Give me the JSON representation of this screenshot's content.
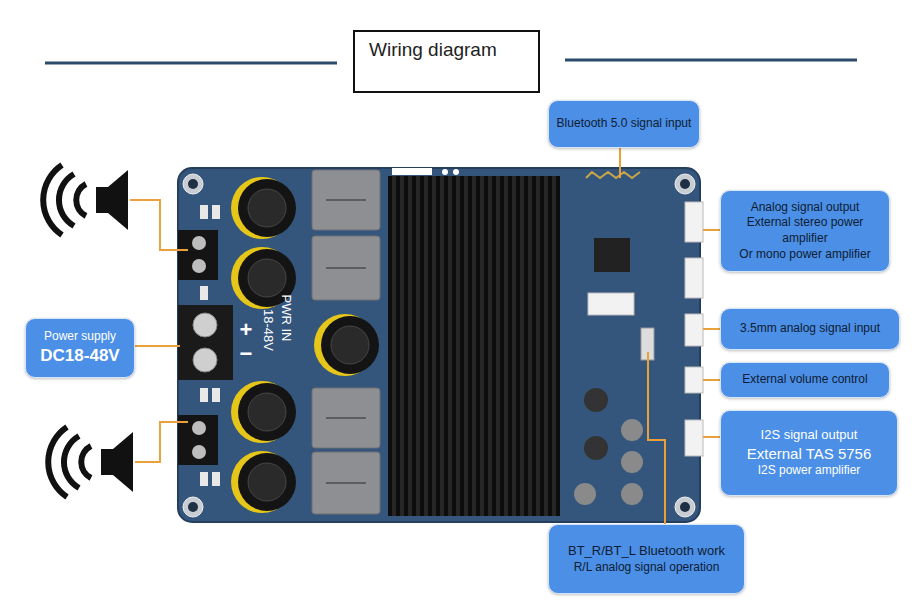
{
  "diagram": {
    "title": "Wiring diagram",
    "nodes": [
      {
        "text": [
          "Bluetooth 5.0 signal input"
        ]
      },
      {
        "text": [
          "Analog signal output",
          "External stereo power amplifier",
          "Or mono power amplifier"
        ]
      },
      {
        "text": [
          "Power supply",
          "DC18-48V"
        ]
      },
      {
        "text": [
          "3.5mm analog signal input"
        ]
      },
      {
        "text": [
          "External volume control"
        ]
      },
      {
        "text": [
          "I2S signal output",
          "External TAS 5756",
          "I2S power amplifier"
        ]
      },
      {
        "text": [
          "BT_R/BT_L Bluetooth work",
          "R/L analog signal operation"
        ]
      }
    ],
    "labels": [
      "PWR IN",
      "18-48V",
      "+",
      "−"
    ]
  }
}
